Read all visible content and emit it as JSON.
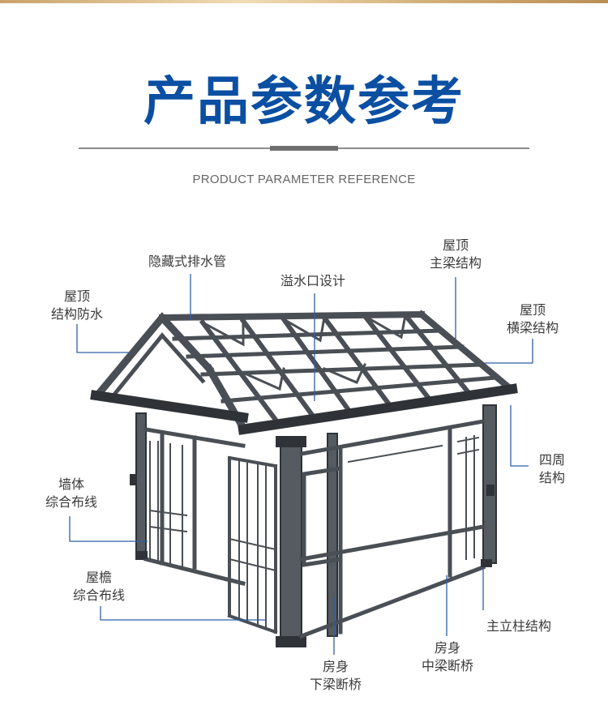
{
  "header": {
    "title": "产品参数参考",
    "subtitle": "PRODUCT PARAMETER REFERENCE"
  },
  "colors": {
    "title": "#0b4fa3",
    "leader": "#2e5fa6",
    "frame": "#4a4f55",
    "frame_dark": "#2f3337"
  },
  "labels": {
    "hidden_drainpipe": "隐藏式排水管",
    "overflow_design": "溢水口设计",
    "roof_main_beam": [
      "屋顶",
      "主梁结构"
    ],
    "roof_waterproof": [
      "屋顶",
      "结构防水"
    ],
    "roof_cross_beam": [
      "屋顶",
      "横梁结构"
    ],
    "perimeter_structure": [
      "四周",
      "结构"
    ],
    "wall_wiring": [
      "墙体",
      "综合布线"
    ],
    "eaves_wiring": [
      "屋檐",
      "综合布线"
    ],
    "main_column": "主立柱结构",
    "body_middle_beam": [
      "房身",
      "中梁断桥"
    ],
    "body_lower_beam": [
      "房身",
      "下梁断桥"
    ]
  }
}
